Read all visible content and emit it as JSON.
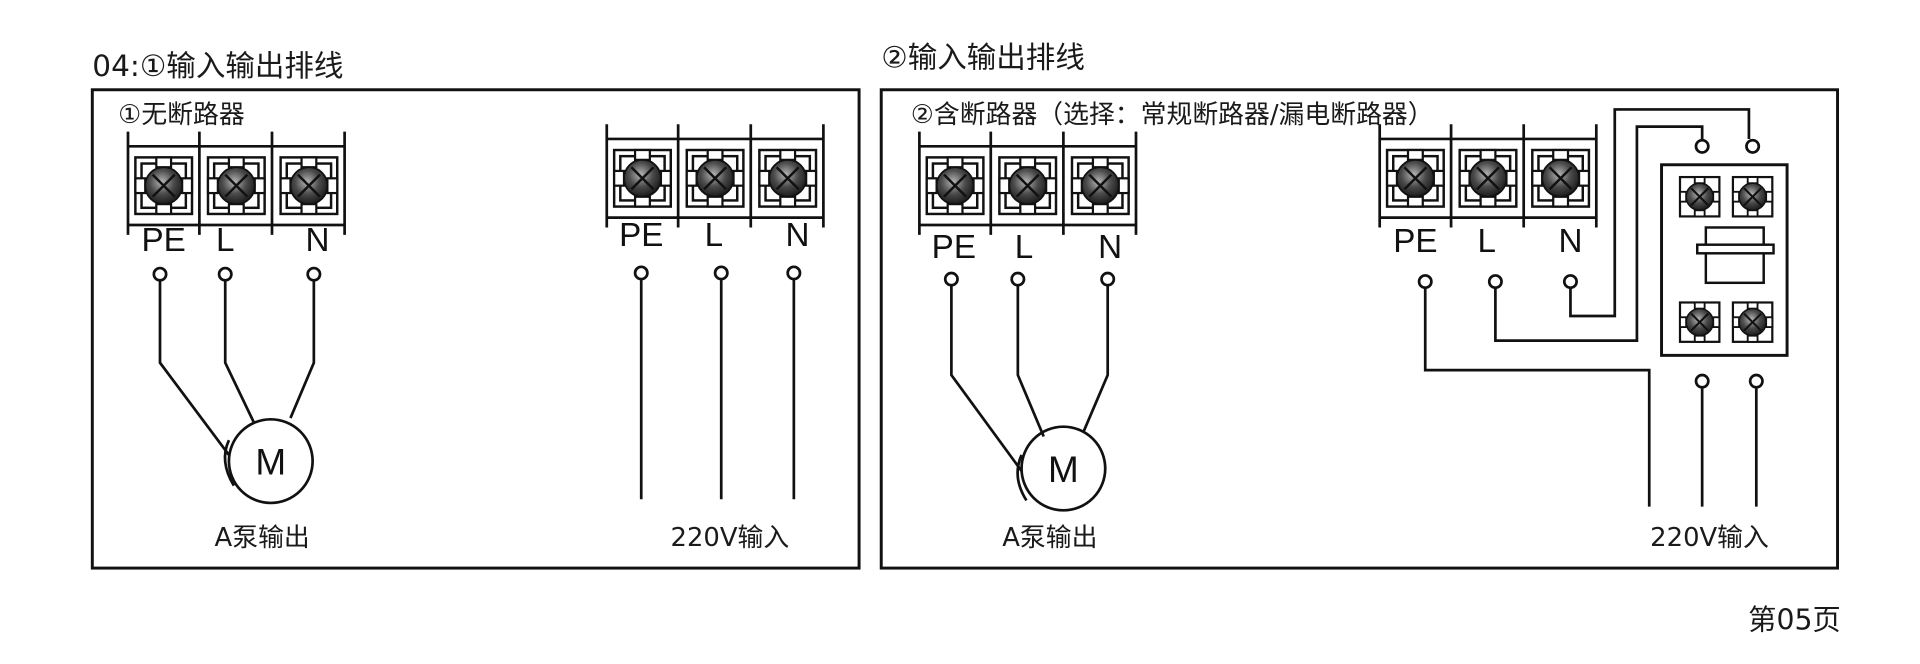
{
  "page": {
    "section_title_1": "04:①输入输出排线",
    "section_title_2": "②输入输出排线",
    "page_number": "第05页"
  },
  "panel_1": {
    "subtitle": "①无断路器",
    "output_block": {
      "terminals": [
        "PE",
        "L",
        "N"
      ],
      "label": "A泵输出",
      "motor_symbol": "M"
    },
    "input_block": {
      "terminals": [
        "PE",
        "L",
        "N"
      ],
      "label": "220V输入"
    }
  },
  "panel_2": {
    "subtitle": "②含断路器（选择：常规断路器/漏电断路器）",
    "output_block": {
      "terminals": [
        "PE",
        "L",
        "N"
      ],
      "label": "A泵输出",
      "motor_symbol": "M"
    },
    "input_block": {
      "terminals": [
        "PE",
        "L",
        "N"
      ],
      "label": "220V输入"
    },
    "breaker": {
      "name": "breaker-icon"
    }
  },
  "colors": {
    "line": "#111111",
    "screw_dark": "#2a2a2a",
    "screw_light": "#9a9a9a",
    "background": "#ffffff"
  }
}
